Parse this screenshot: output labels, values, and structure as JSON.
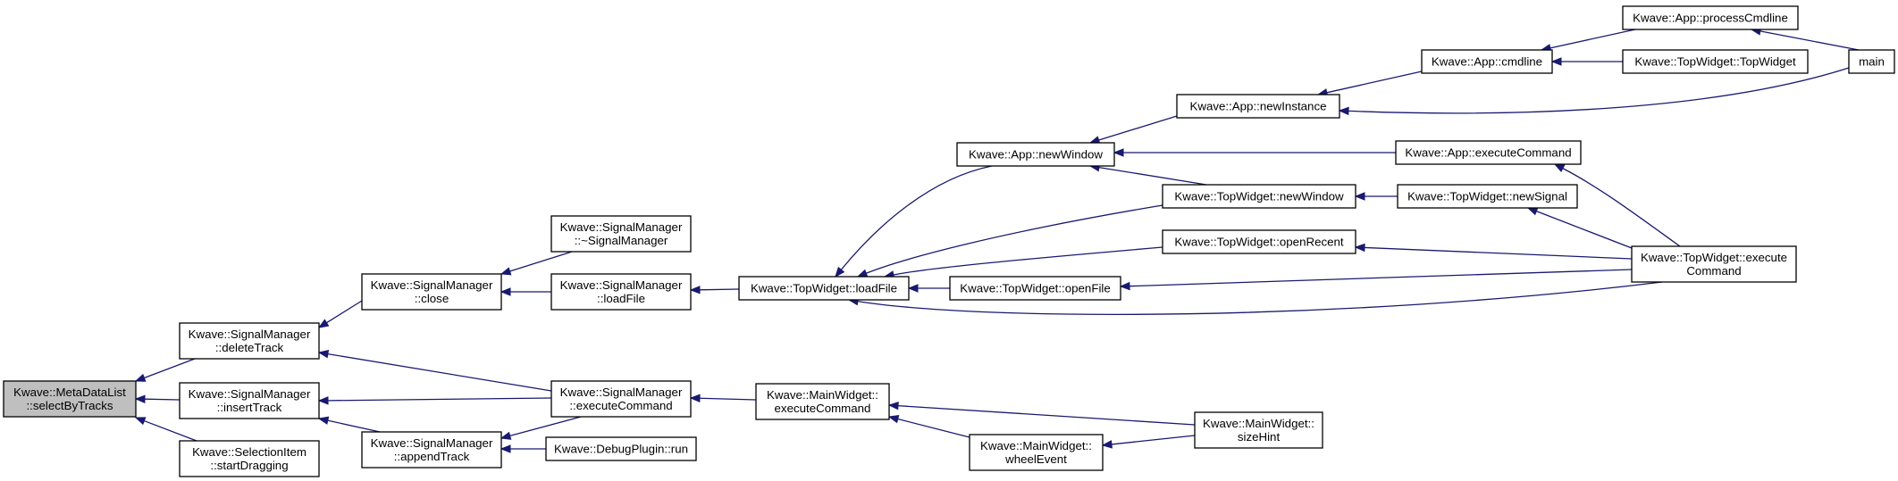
{
  "graph": {
    "edge_color": "#191970",
    "root_fill": "#bfbfbf",
    "nodes": [
      {
        "id": "selectByTracks",
        "lines": [
          "Kwave::MetaDataList",
          "::selectByTracks"
        ],
        "root": true
      },
      {
        "id": "deleteTrack",
        "lines": [
          "Kwave::SignalManager",
          "::deleteTrack"
        ]
      },
      {
        "id": "insertTrack",
        "lines": [
          "Kwave::SignalManager",
          "::insertTrack"
        ]
      },
      {
        "id": "startDragging",
        "lines": [
          "Kwave::SelectionItem",
          "::startDragging"
        ]
      },
      {
        "id": "smClose",
        "lines": [
          "Kwave::SignalManager",
          "::close"
        ]
      },
      {
        "id": "smDestructor",
        "lines": [
          "Kwave::SignalManager",
          "::~SignalManager"
        ]
      },
      {
        "id": "smLoadFile",
        "lines": [
          "Kwave::SignalManager",
          "::loadFile"
        ]
      },
      {
        "id": "smExecuteCommand",
        "lines": [
          "Kwave::SignalManager",
          "::executeCommand"
        ]
      },
      {
        "id": "appendTrack",
        "lines": [
          "Kwave::SignalManager",
          "::appendTrack"
        ]
      },
      {
        "id": "debugRun",
        "lines": [
          "Kwave::DebugPlugin::run"
        ]
      },
      {
        "id": "twLoadFile",
        "lines": [
          "Kwave::TopWidget::loadFile"
        ]
      },
      {
        "id": "mwExecuteCommand",
        "lines": [
          "Kwave::MainWidget::",
          "executeCommand"
        ]
      },
      {
        "id": "mwWheelEvent",
        "lines": [
          "Kwave::MainWidget::",
          "wheelEvent"
        ]
      },
      {
        "id": "mwSizeHint",
        "lines": [
          "Kwave::MainWidget::",
          "sizeHint"
        ]
      },
      {
        "id": "appNewWindow",
        "lines": [
          "Kwave::App::newWindow"
        ]
      },
      {
        "id": "twNewWindow",
        "lines": [
          "Kwave::TopWidget::newWindow"
        ]
      },
      {
        "id": "twOpenRecent",
        "lines": [
          "Kwave::TopWidget::openRecent"
        ]
      },
      {
        "id": "twOpenFile",
        "lines": [
          "Kwave::TopWidget::openFile"
        ]
      },
      {
        "id": "appNewInstance",
        "lines": [
          "Kwave::App::newInstance"
        ]
      },
      {
        "id": "appCmdline",
        "lines": [
          "Kwave::App::cmdline"
        ]
      },
      {
        "id": "appProcessCmdline",
        "lines": [
          "Kwave::App::processCmdline"
        ]
      },
      {
        "id": "twTopWidget",
        "lines": [
          "Kwave::TopWidget::TopWidget"
        ]
      },
      {
        "id": "main",
        "lines": [
          "main"
        ]
      },
      {
        "id": "appExecuteCommand",
        "lines": [
          "Kwave::App::executeCommand"
        ]
      },
      {
        "id": "twNewSignal",
        "lines": [
          "Kwave::TopWidget::newSignal"
        ]
      },
      {
        "id": "twExecuteCommand",
        "lines": [
          "Kwave::TopWidget::execute",
          "Command"
        ]
      }
    ],
    "edges": [
      {
        "from": "deleteTrack",
        "to": "selectByTracks"
      },
      {
        "from": "insertTrack",
        "to": "selectByTracks"
      },
      {
        "from": "startDragging",
        "to": "selectByTracks"
      },
      {
        "from": "smClose",
        "to": "deleteTrack"
      },
      {
        "from": "smExecuteCommand",
        "to": "deleteTrack"
      },
      {
        "from": "smExecuteCommand",
        "to": "insertTrack"
      },
      {
        "from": "appendTrack",
        "to": "insertTrack"
      },
      {
        "from": "smDestructor",
        "to": "smClose"
      },
      {
        "from": "smLoadFile",
        "to": "smClose"
      },
      {
        "from": "twLoadFile",
        "to": "smLoadFile"
      },
      {
        "from": "mwExecuteCommand",
        "to": "smExecuteCommand"
      },
      {
        "from": "smExecuteCommand",
        "to": "appendTrack"
      },
      {
        "from": "debugRun",
        "to": "appendTrack"
      },
      {
        "from": "mwSizeHint",
        "to": "mwExecuteCommand"
      },
      {
        "from": "mwWheelEvent",
        "to": "mwExecuteCommand"
      },
      {
        "from": "mwSizeHint",
        "to": "mwWheelEvent"
      },
      {
        "from": "appNewWindow",
        "to": "twLoadFile"
      },
      {
        "from": "twNewWindow",
        "to": "twLoadFile"
      },
      {
        "from": "twOpenRecent",
        "to": "twLoadFile"
      },
      {
        "from": "twOpenFile",
        "to": "twLoadFile"
      },
      {
        "from": "twExecuteCommand",
        "to": "twLoadFile"
      },
      {
        "from": "appNewInstance",
        "to": "appNewWindow"
      },
      {
        "from": "appExecuteCommand",
        "to": "appNewWindow"
      },
      {
        "from": "twNewWindow",
        "to": "appNewWindow"
      },
      {
        "from": "appCmdline",
        "to": "appNewInstance"
      },
      {
        "from": "main",
        "to": "appNewInstance"
      },
      {
        "from": "appProcessCmdline",
        "to": "appCmdline"
      },
      {
        "from": "twTopWidget",
        "to": "appCmdline"
      },
      {
        "from": "main",
        "to": "appProcessCmdline"
      },
      {
        "from": "twNewSignal",
        "to": "twNewWindow"
      },
      {
        "from": "twExecuteCommand",
        "to": "twNewSignal"
      },
      {
        "from": "twExecuteCommand",
        "to": "appExecuteCommand"
      },
      {
        "from": "twExecuteCommand",
        "to": "twOpenRecent"
      },
      {
        "from": "twExecuteCommand",
        "to": "twOpenFile"
      }
    ]
  }
}
